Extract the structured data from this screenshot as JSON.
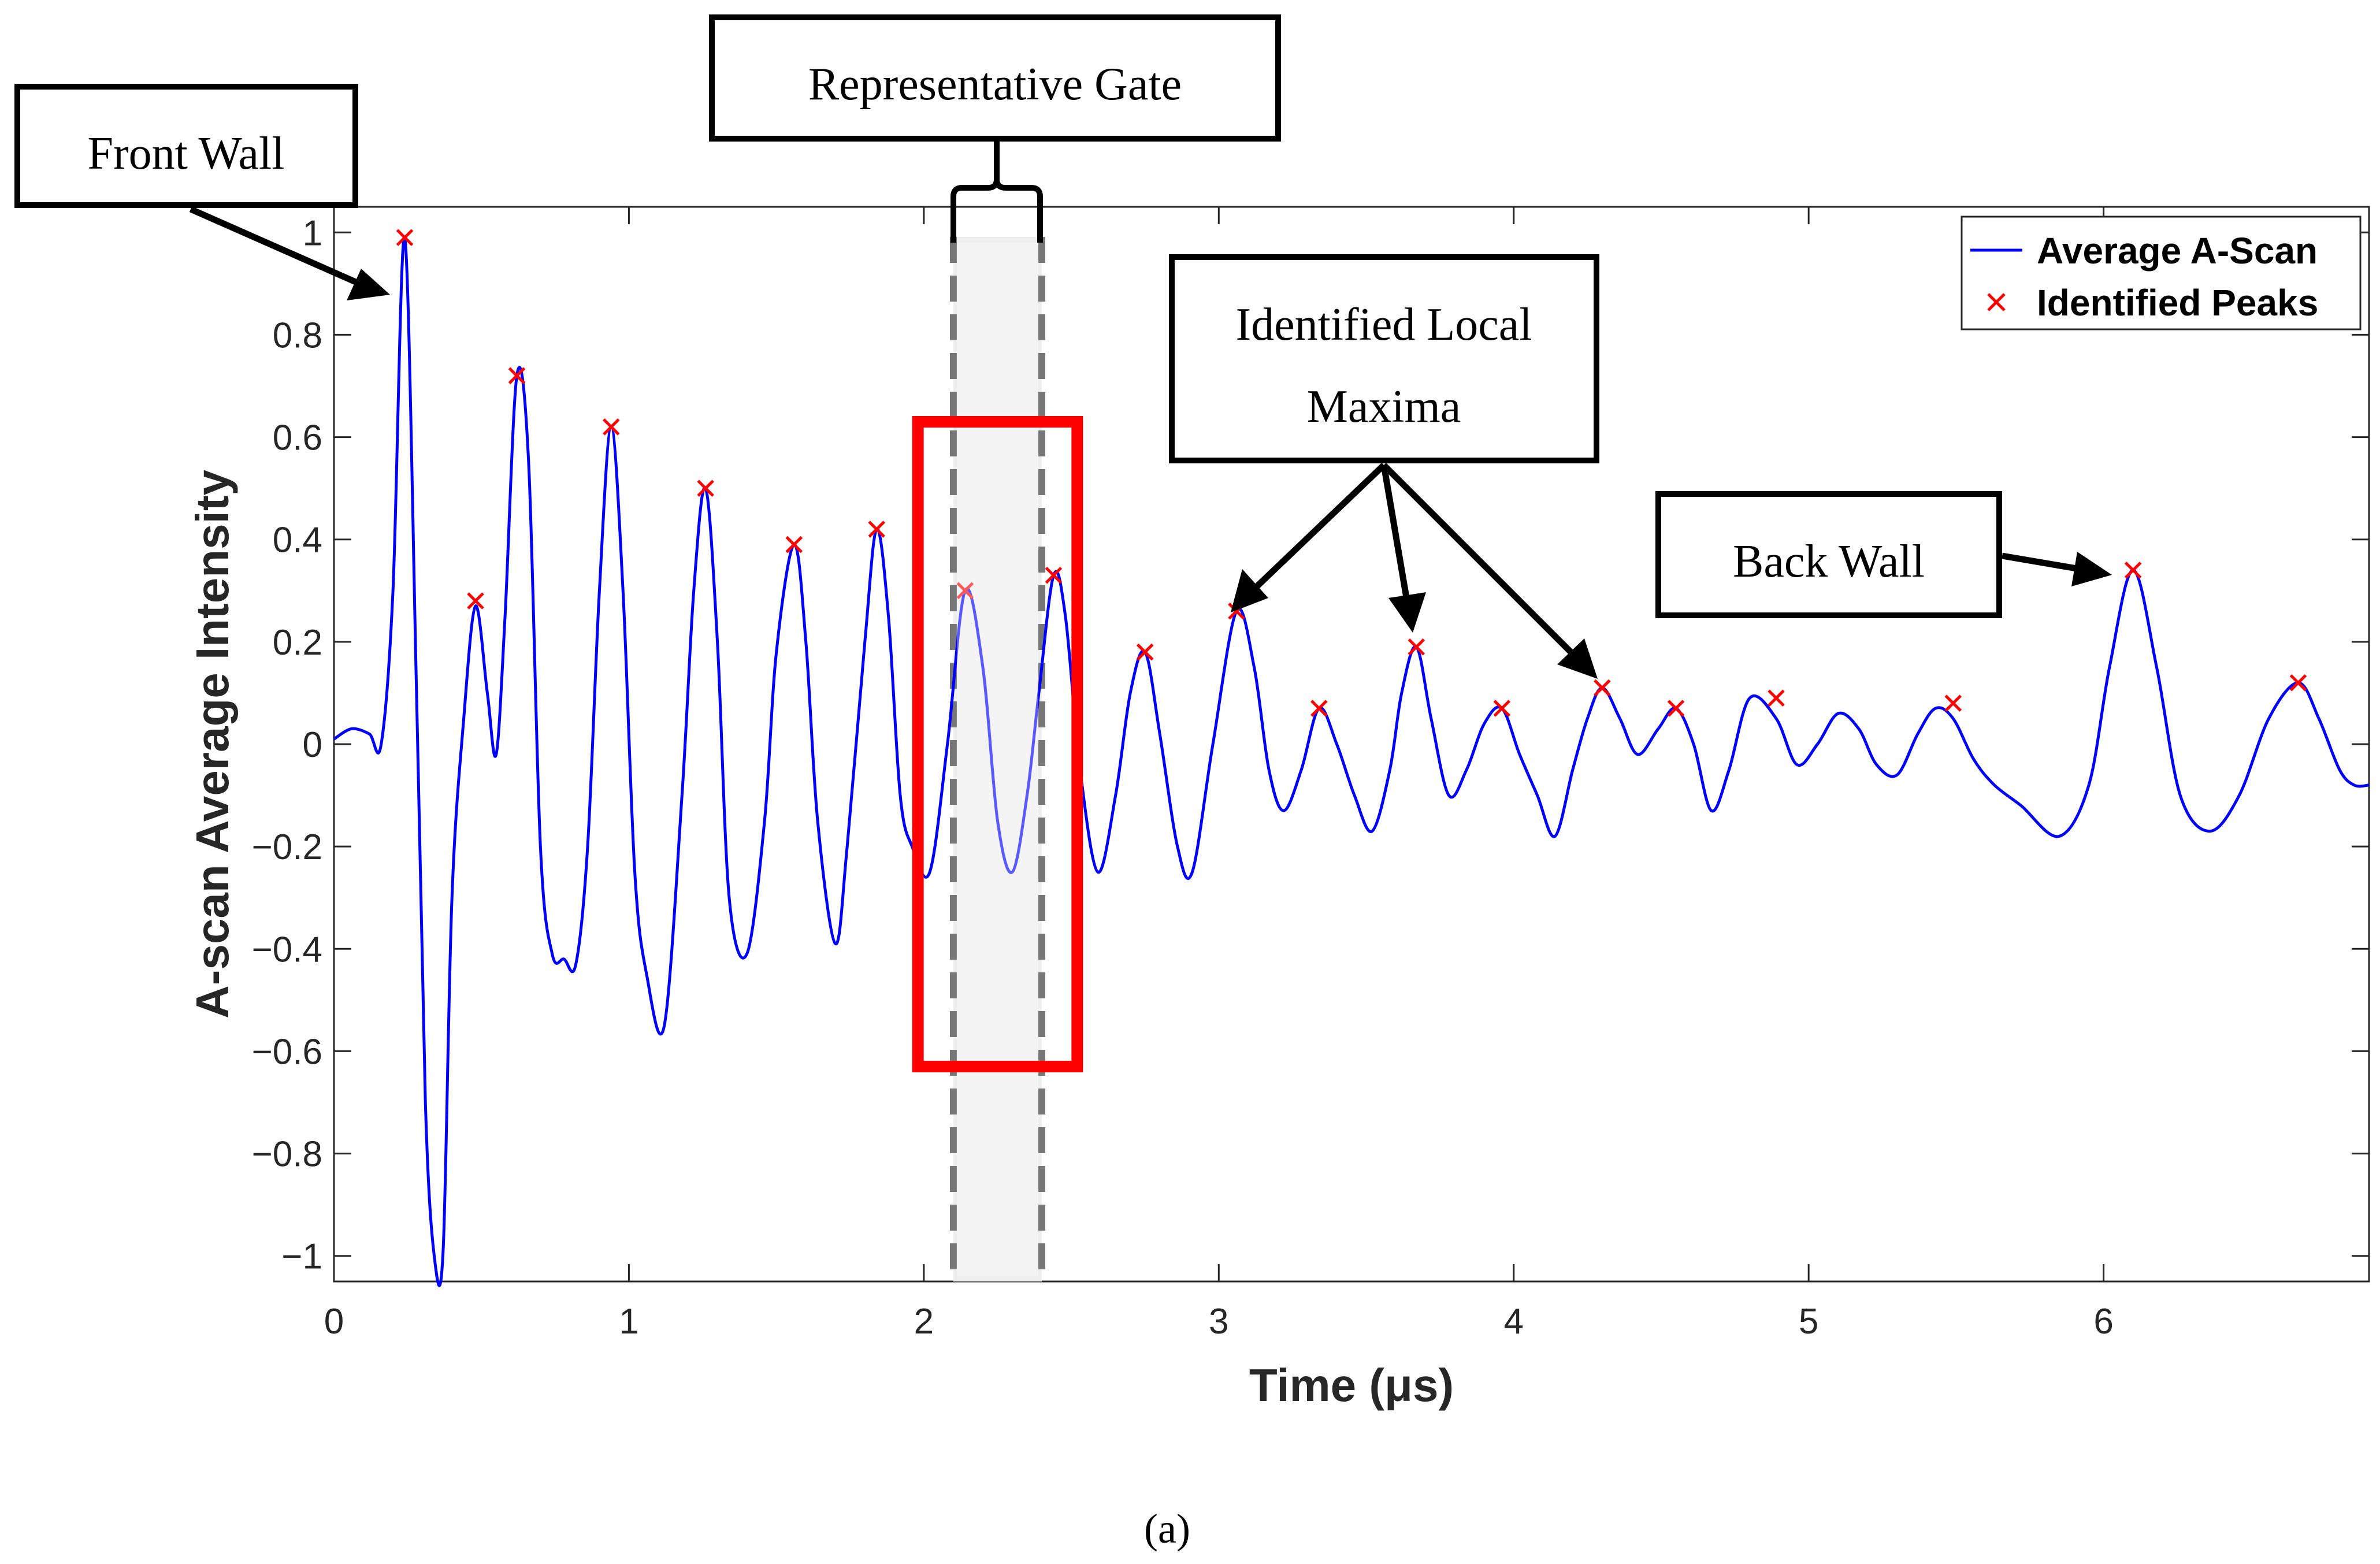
{
  "caption": "(a)",
  "colors": {
    "series": "#0000ff",
    "peaks": "#ff0000",
    "highlight_box": "#ff0000",
    "gate_fill": "#eeeeee",
    "gate_line": "#777777"
  },
  "annotations": {
    "front_wall": "Front Wall",
    "representative_gate": "Representative Gate",
    "local_maxima_line1": "Identified Local",
    "local_maxima_line2": "Maxima",
    "back_wall": "Back Wall"
  },
  "chart_data": {
    "type": "line",
    "xlabel": "Time (μs)",
    "ylabel": "A-scan Average Intensity",
    "xlim": [
      0,
      6.9
    ],
    "ylim": [
      -1.05,
      1.05
    ],
    "xticks": [
      0,
      1,
      2,
      3,
      4,
      5,
      6
    ],
    "yticks": [
      -1,
      -0.8,
      -0.6,
      -0.4,
      -0.2,
      0,
      0.2,
      0.4,
      0.6,
      0.8,
      1
    ],
    "ytick_labels": [
      "−1",
      "−0.8",
      "−0.6",
      "−0.4",
      "−0.2",
      "0",
      "0.2",
      "0.4",
      "0.6",
      "0.8",
      "1"
    ],
    "grid": false,
    "legend": "top-right",
    "gate_range": [
      2.1,
      2.4
    ],
    "highlight_box": {
      "x": [
        1.98,
        2.52
      ],
      "y": [
        -0.63,
        0.63
      ]
    },
    "series": [
      {
        "name": "Average A-Scan",
        "x": [
          0,
          0.06,
          0.12,
          0.16,
          0.2,
          0.24,
          0.28,
          0.31,
          0.34,
          0.37,
          0.4,
          0.44,
          0.48,
          0.52,
          0.55,
          0.58,
          0.62,
          0.66,
          0.7,
          0.74,
          0.78,
          0.82,
          0.86,
          0.9,
          0.94,
          0.98,
          1.02,
          1.06,
          1.12,
          1.18,
          1.22,
          1.26,
          1.3,
          1.34,
          1.4,
          1.46,
          1.5,
          1.56,
          1.6,
          1.64,
          1.7,
          1.74,
          1.8,
          1.84,
          1.88,
          1.92,
          1.96,
          2.02,
          2.08,
          2.14,
          2.2,
          2.25,
          2.3,
          2.35,
          2.39,
          2.44,
          2.48,
          2.53,
          2.59,
          2.65,
          2.7,
          2.75,
          2.8,
          2.86,
          2.91,
          2.98,
          3.06,
          3.12,
          3.17,
          3.22,
          3.28,
          3.34,
          3.4,
          3.46,
          3.52,
          3.58,
          3.62,
          3.67,
          3.72,
          3.78,
          3.84,
          3.9,
          3.96,
          4.02,
          4.08,
          4.14,
          4.2,
          4.25,
          4.3,
          4.36,
          4.42,
          4.49,
          4.55,
          4.61,
          4.67,
          4.73,
          4.8,
          4.89,
          4.96,
          5.03,
          5.1,
          5.17,
          5.23,
          5.3,
          5.37,
          5.43,
          5.49,
          5.56,
          5.63,
          5.72,
          5.85,
          5.95,
          6.02,
          6.1,
          6.18,
          6.26,
          6.36,
          6.46,
          6.56,
          6.66,
          6.73,
          6.8,
          6.85,
          6.9
        ],
        "y": [
          0.01,
          0.03,
          0.02,
          0.0,
          0.3,
          0.99,
          0.1,
          -0.7,
          -1.0,
          -0.99,
          -0.3,
          0.05,
          0.27,
          0.1,
          -0.02,
          0.25,
          0.72,
          0.55,
          -0.2,
          -0.41,
          -0.42,
          -0.43,
          -0.2,
          0.3,
          0.62,
          0.3,
          -0.25,
          -0.45,
          -0.55,
          -0.1,
          0.3,
          0.5,
          0.2,
          -0.3,
          -0.41,
          -0.15,
          0.18,
          0.39,
          0.2,
          -0.15,
          -0.39,
          -0.2,
          0.2,
          0.42,
          0.25,
          -0.1,
          -0.2,
          -0.25,
          0.0,
          0.3,
          0.15,
          -0.15,
          -0.25,
          -0.1,
          0.1,
          0.33,
          0.25,
          -0.05,
          -0.25,
          -0.1,
          0.1,
          0.18,
          0.02,
          -0.2,
          -0.25,
          0.0,
          0.26,
          0.15,
          -0.05,
          -0.13,
          -0.05,
          0.07,
          0.0,
          -0.1,
          -0.17,
          -0.05,
          0.1,
          0.19,
          0.05,
          -0.1,
          -0.05,
          0.04,
          0.07,
          -0.02,
          -0.1,
          -0.18,
          -0.05,
          0.05,
          0.11,
          0.05,
          -0.02,
          0.03,
          0.07,
          0.0,
          -0.13,
          -0.05,
          0.09,
          0.05,
          -0.04,
          0.0,
          0.06,
          0.03,
          -0.04,
          -0.06,
          0.02,
          0.07,
          0.05,
          -0.03,
          -0.08,
          -0.12,
          -0.18,
          -0.08,
          0.15,
          0.34,
          0.15,
          -0.1,
          -0.17,
          -0.1,
          0.05,
          0.12,
          0.05,
          -0.05,
          -0.08,
          -0.08
        ]
      },
      {
        "name": "Identified Peaks",
        "x": [
          0.24,
          0.48,
          0.62,
          0.94,
          1.26,
          1.56,
          1.84,
          2.14,
          2.44,
          2.75,
          3.06,
          3.34,
          3.67,
          3.96,
          4.3,
          4.55,
          4.89,
          5.49,
          6.1,
          6.66
        ],
        "y": [
          0.99,
          0.28,
          0.72,
          0.62,
          0.5,
          0.39,
          0.42,
          0.3,
          0.33,
          0.18,
          0.26,
          0.07,
          0.19,
          0.07,
          0.11,
          0.07,
          0.09,
          0.08,
          0.34,
          0.12
        ]
      }
    ]
  }
}
